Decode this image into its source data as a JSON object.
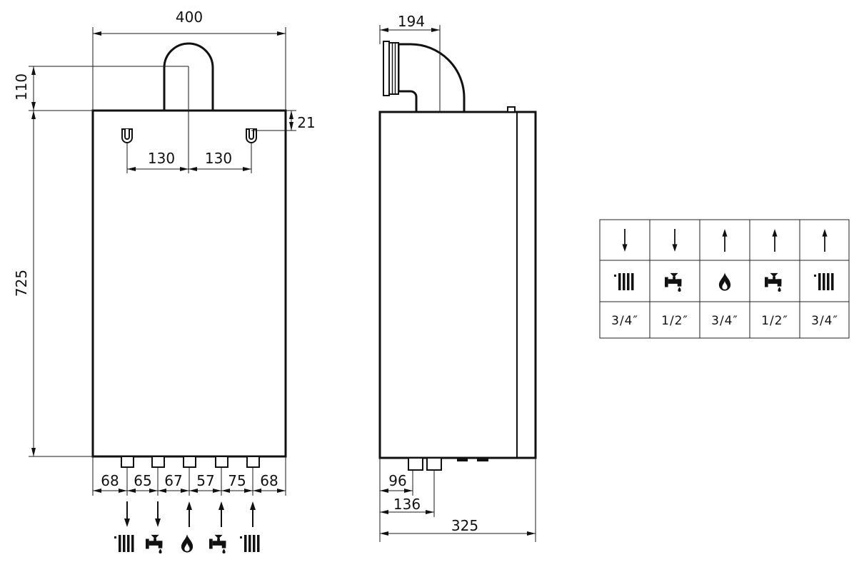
{
  "front_view": {
    "width_label": "400",
    "flue_height_label": "110",
    "height_label": "725",
    "hook_offset_label": "21",
    "hook_spacing_labels": [
      "130",
      "130"
    ],
    "connection_spacing_labels": [
      "68",
      "65",
      "67",
      "57",
      "75",
      "68"
    ],
    "connections": [
      {
        "arrow": "down-arrow-icon",
        "icon": "radiator-icon"
      },
      {
        "arrow": "down-arrow-icon",
        "icon": "tap-icon"
      },
      {
        "arrow": "up-arrow-icon",
        "icon": "flame-icon"
      },
      {
        "arrow": "up-arrow-icon",
        "icon": "tap-icon"
      },
      {
        "arrow": "up-arrow-icon",
        "icon": "radiator-icon"
      }
    ]
  },
  "side_view": {
    "flue_offset_label": "194",
    "connection_1_label": "96",
    "connection_2_label": "136",
    "depth_label": "325"
  },
  "connections_table": {
    "columns": [
      {
        "arrow": "down-arrow-icon",
        "icon": "radiator-icon",
        "size": "3/4″"
      },
      {
        "arrow": "down-arrow-icon",
        "icon": "tap-icon",
        "size": "1/2″"
      },
      {
        "arrow": "up-arrow-icon",
        "icon": "flame-icon",
        "size": "3/4″"
      },
      {
        "arrow": "up-arrow-icon",
        "icon": "tap-icon",
        "size": "1/2″"
      },
      {
        "arrow": "up-arrow-icon",
        "icon": "radiator-icon",
        "size": "3/4″"
      }
    ]
  },
  "colors": {
    "line": "#111111",
    "background": "#ffffff"
  }
}
